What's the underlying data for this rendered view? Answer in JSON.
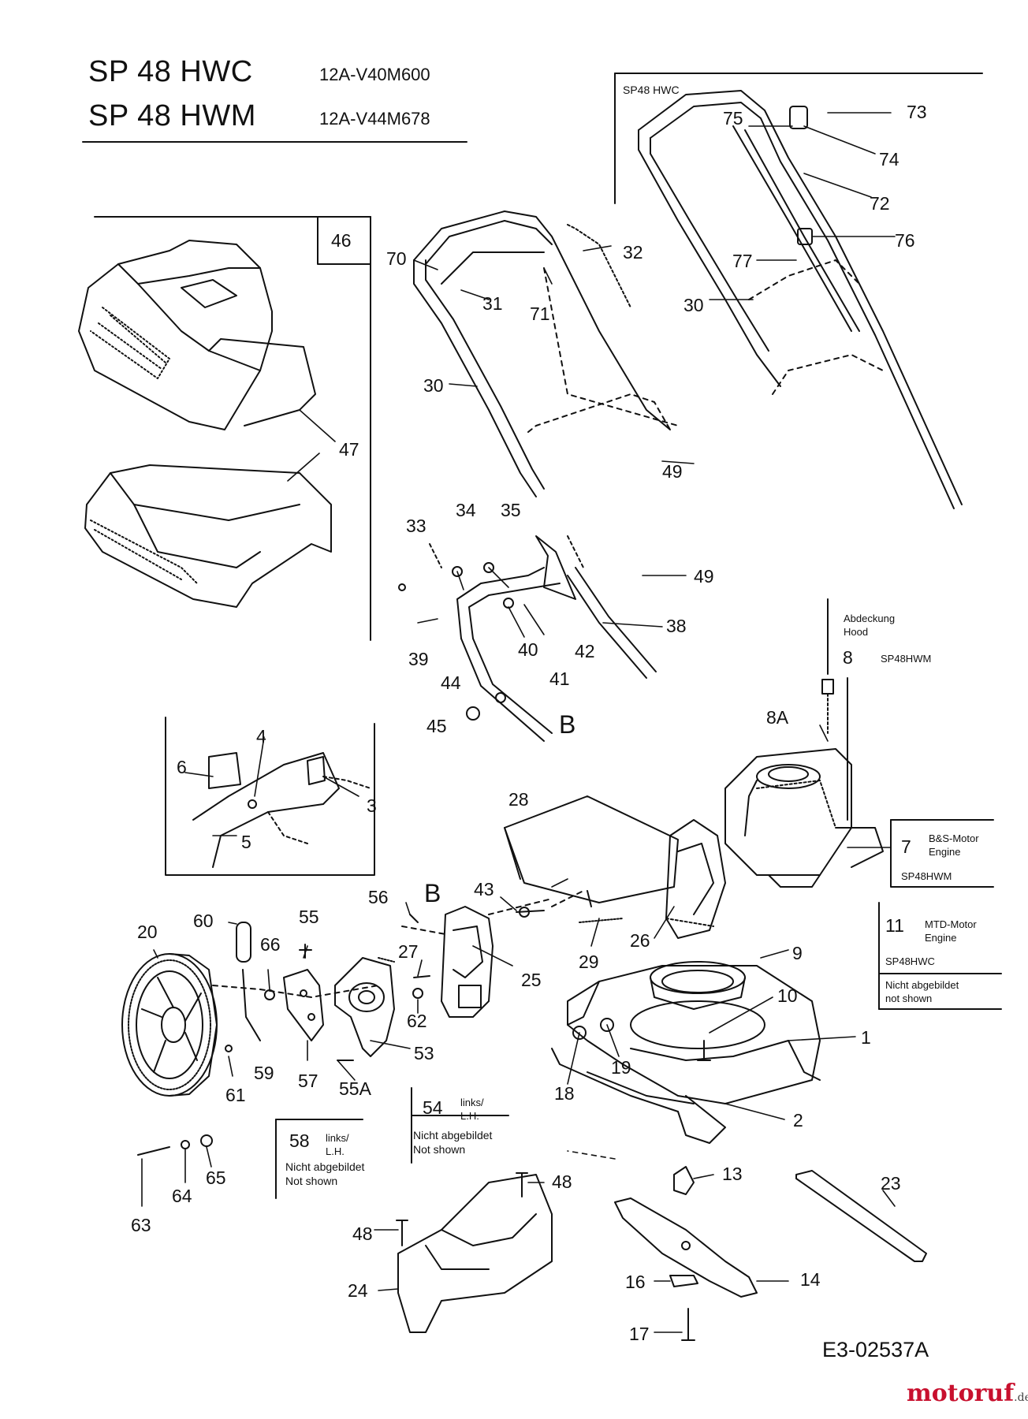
{
  "header": {
    "models": [
      {
        "name": "SP 48 HWC",
        "part_number": "12A-V40M600"
      },
      {
        "name": "SP 48 HWM",
        "part_number": "12A-V44M678"
      }
    ]
  },
  "inset_title": "SP48 HWC",
  "box_46": "46",
  "callouts": {
    "c1": "1",
    "c2": "2",
    "c3": "3",
    "c4": "4",
    "c5": "5",
    "c6": "6",
    "c8a": "8A",
    "c9": "9",
    "c10": "10",
    "c13": "13",
    "c14": "14",
    "c16": "16",
    "c17": "17",
    "c18": "18",
    "c19": "19",
    "c20": "20",
    "c23": "23",
    "c24": "24",
    "c25": "25",
    "c26": "26",
    "c27": "27",
    "c28": "28",
    "c29": "29",
    "c30a": "30",
    "c30b": "30",
    "c31": "31",
    "c32": "32",
    "c33": "33",
    "c34": "34",
    "c35": "35",
    "c38": "38",
    "c39": "39",
    "c40": "40",
    "c41": "41",
    "c42": "42",
    "c43": "43",
    "c44": "44",
    "c45": "45",
    "c47": "47",
    "c48a": "48",
    "c48b": "48",
    "c49a": "49",
    "c49b": "49",
    "c53": "53",
    "c55": "55",
    "c55a": "55A",
    "c56": "56",
    "c57": "57",
    "c59": "59",
    "c60": "60",
    "c61": "61",
    "c62": "62",
    "c63": "63",
    "c64": "64",
    "c65": "65",
    "c66": "66",
    "c70": "70",
    "c71": "71",
    "c72": "72",
    "c73": "73",
    "c74": "74",
    "c75": "75",
    "c76": "76",
    "c77": "77",
    "bB1": "B",
    "bB2": "B"
  },
  "notes": {
    "hood": {
      "number": "8",
      "line1": "Abdeckung",
      "line2": "Hood",
      "model": "SP48HWM"
    },
    "bs_engine": {
      "number": "7",
      "line1": "B&S-Motor",
      "line2": "Engine",
      "model": "SP48HWM"
    },
    "mtd_engine": {
      "number": "11",
      "line1": "MTD-Motor",
      "line2": "Engine",
      "model": "SP48HWC",
      "ns1": "Nicht abgebildet",
      "ns2": "not shown"
    },
    "part54": {
      "number": "54",
      "line1": "links/",
      "line2": "L.H.",
      "ns1": "Nicht abgebildet",
      "ns2": "Not shown"
    },
    "part58": {
      "number": "58",
      "line1": "links/",
      "line2": "L.H.",
      "ns1": "Nicht abgebildet",
      "ns2": "Not shown"
    }
  },
  "drawing_code": "E3-02537A",
  "watermark": {
    "brand": "motoruf",
    "tld": ".de"
  },
  "colors": {
    "ink": "#111111",
    "brand": "#c8102e"
  }
}
